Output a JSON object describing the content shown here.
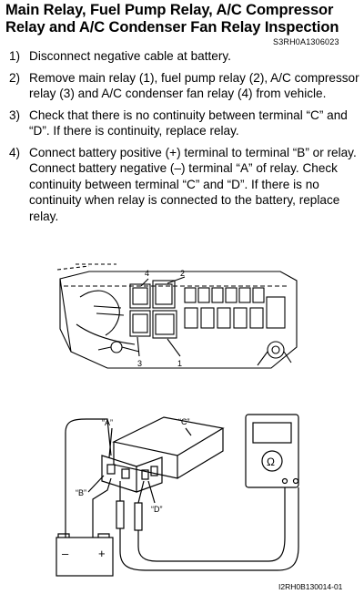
{
  "title": "Main Relay, Fuel Pump Relay, A/C Compressor Relay and A/C Condenser Fan Relay Inspection",
  "section_code": "S3RH0A1306023",
  "steps": [
    {
      "num": "1)",
      "text": "Disconnect negative cable at battery."
    },
    {
      "num": "2)",
      "text": "Remove main relay (1), fuel pump relay (2), A/C compressor relay (3) and A/C condenser fan relay (4) from vehicle."
    },
    {
      "num": "3)",
      "text": "Check that there is no continuity between terminal “C” and “D”. If there is continuity, replace relay."
    },
    {
      "num": "4)",
      "text": "Connect battery positive (+) terminal to terminal “B” or relay. Connect battery negative (–) terminal “A” of relay. Check continuity between terminal “C” and “D”. If there is no continuity when relay is connected to the battery, replace relay."
    }
  ],
  "figure1": {
    "callouts": {
      "c1": "1",
      "c2": "2",
      "c3": "3",
      "c4": "4"
    }
  },
  "figure2": {
    "labels": {
      "a": "“A”",
      "b": "“B”",
      "c": "“C”",
      "d": "“D”"
    },
    "battery": {
      "minus": "–",
      "plus": "+"
    },
    "meter_symbol": "Ω",
    "figure_code": "I2RH0B130014-01"
  }
}
